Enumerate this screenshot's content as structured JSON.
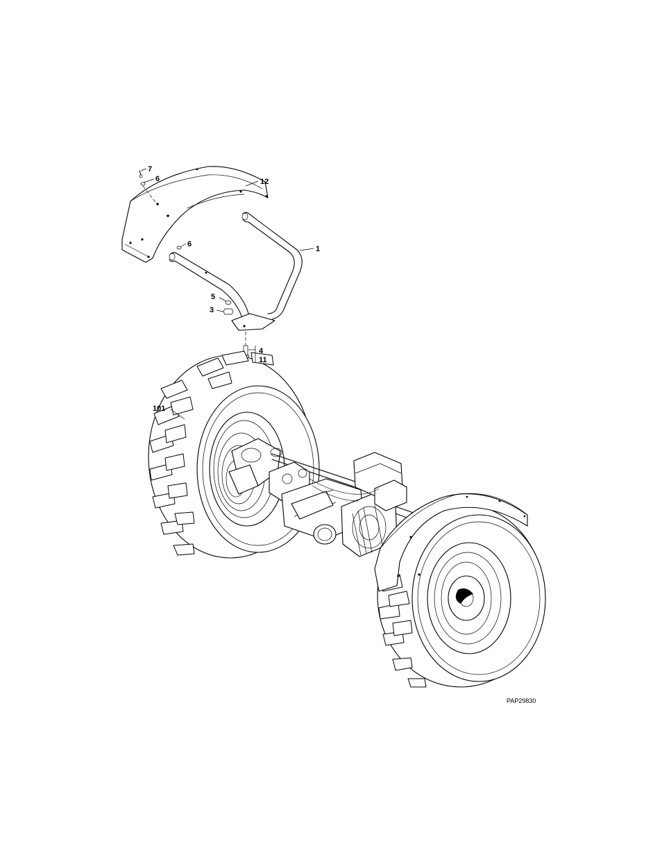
{
  "figure": {
    "id_label": "PAP29830"
  },
  "callouts": [
    {
      "key": "c7",
      "label": "7",
      "part": "screw"
    },
    {
      "key": "c6a",
      "label": "6",
      "part": "washer"
    },
    {
      "key": "c12",
      "label": "12",
      "part": "fender"
    },
    {
      "key": "c1",
      "label": "1",
      "part": "fender-bracket"
    },
    {
      "key": "c6b",
      "label": "6",
      "part": "washer"
    },
    {
      "key": "c5",
      "label": "5",
      "part": "lock-washer"
    },
    {
      "key": "c3",
      "label": "3",
      "part": "nut"
    },
    {
      "key": "c4",
      "label": "4",
      "part": "bolt"
    },
    {
      "key": "c11",
      "label": "11",
      "part": "fastener"
    },
    {
      "key": "c101",
      "label": "101",
      "part": "tire-wheel-assembly"
    }
  ]
}
